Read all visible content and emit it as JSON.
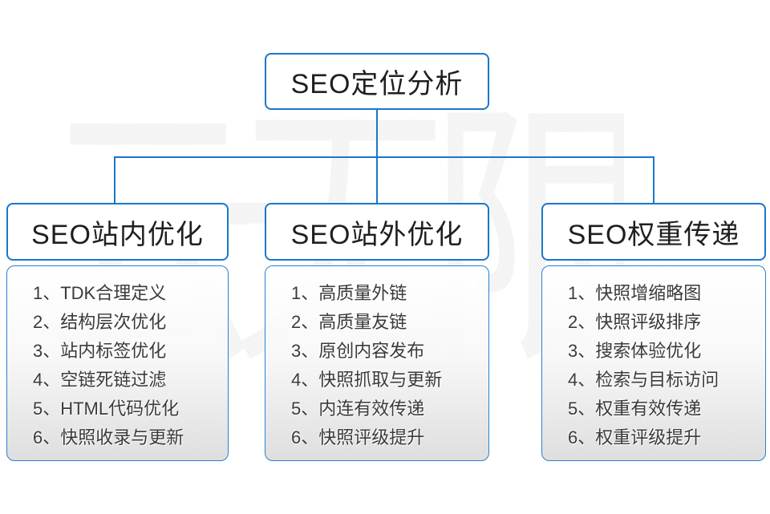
{
  "watermark": "云无限",
  "colors": {
    "accent_blue": "#1b76cc",
    "title_text": "#1f1f1f",
    "item_text": "#3a3a3a",
    "card_gradient_bottom": "#dddddd",
    "watermark_gray": "#ebebeb"
  },
  "root": {
    "title": "SEO定位分析"
  },
  "columns": [
    {
      "title": "SEO站内优化",
      "items": [
        "1、TDK合理定义",
        "2、结构层次优化",
        "3、站内标签优化",
        "4、空链死链过滤",
        "5、HTML代码优化",
        "6、快照收录与更新"
      ]
    },
    {
      "title": "SEO站外优化",
      "items": [
        "1、高质量外链",
        "2、高质量友链",
        "3、原创内容发布",
        "4、快照抓取与更新",
        "5、内连有效传递",
        "6、快照评级提升"
      ]
    },
    {
      "title": "SEO权重传递",
      "items": [
        "1、快照增缩略图",
        "2、快照评级排序",
        "3、搜索体验优化",
        "4、检索与目标访问",
        "5、权重有效传递",
        "6、权重评级提升"
      ]
    }
  ]
}
